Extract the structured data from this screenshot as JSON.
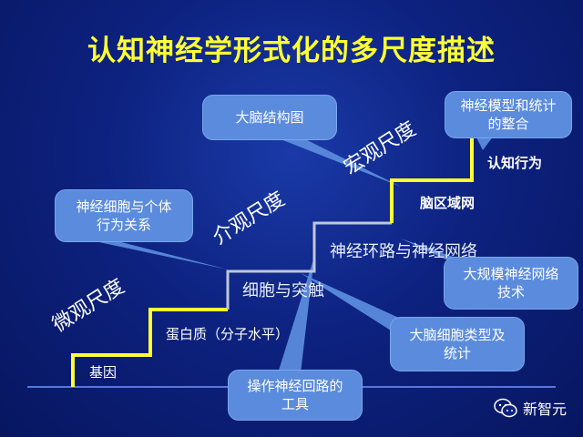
{
  "title": "认知神经学形式化的多尺度描述",
  "scales": {
    "micro": "微观尺度",
    "meso": "介观尺度",
    "macro": "宏观尺度"
  },
  "steps": {
    "gene": "基因",
    "protein": "蛋白质（分子水平）",
    "synapse": "细胞与突触",
    "circuit": "神经环路与神经网络",
    "brain_region": "脑区域网",
    "behavior": "认知行为"
  },
  "callouts": {
    "neuron_behavior": "神经细胞与个体\n行为关系",
    "brain_structure": "大脑结构图",
    "model_stats": "神经模型和统计\n的整合",
    "large_scale": "大规模神经网络\n技术",
    "cell_types": "大脑细胞类型及\n统计",
    "circuit_tools": "操作神经回路的\n工具"
  },
  "brand": "新智元",
  "colors": {
    "stair": "#ffff33",
    "stair_gray": "#c0c8d8",
    "callout_fill": "#5b8bdc",
    "title": "#ffff33"
  }
}
